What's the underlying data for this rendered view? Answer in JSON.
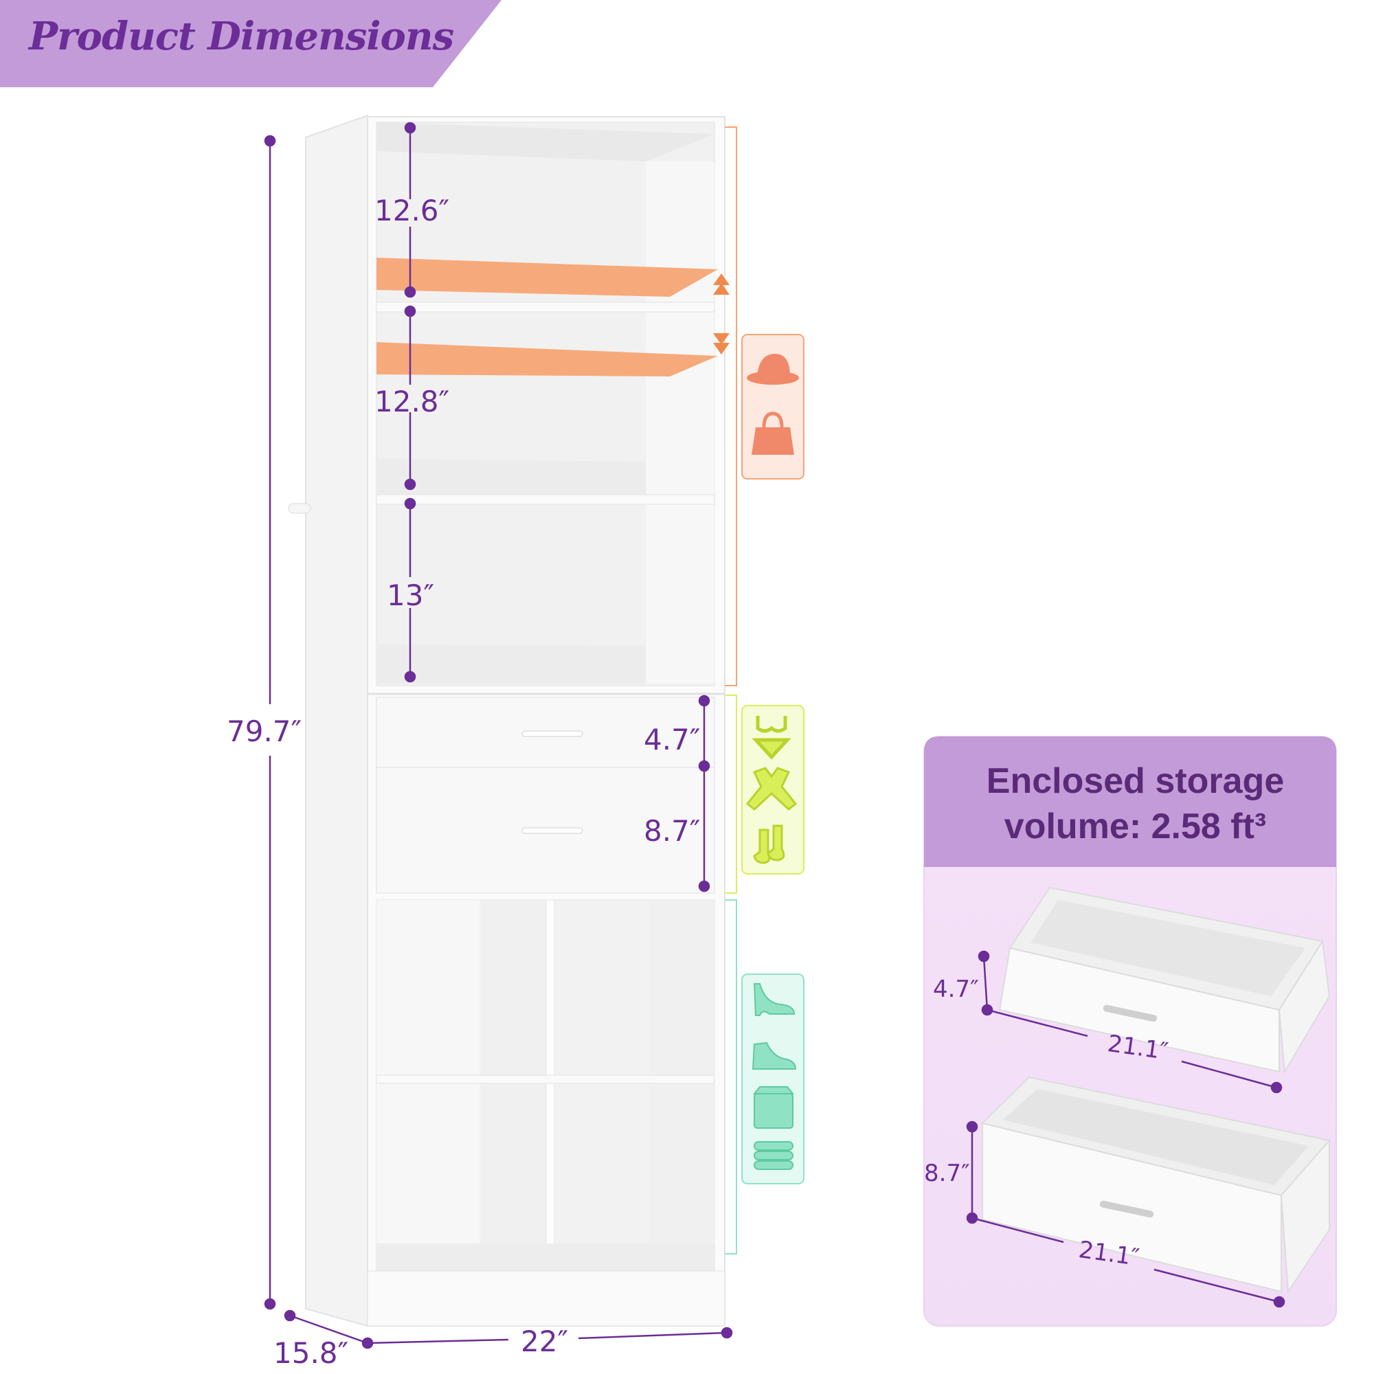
{
  "banner": {
    "title": "Product Dimensions"
  },
  "dimensions": {
    "shelf_top": "12.6″",
    "shelf_middle": "12.8″",
    "shelf_lower": "13″",
    "drawer_top_height": "4.7″",
    "drawer_bottom_height": "8.7″",
    "total_height": "79.7″",
    "depth": "15.8″",
    "width": "22″"
  },
  "storage_panel": {
    "title": "Enclosed storage volume: 2.58 ft³",
    "drawer_small": {
      "height": "4.7″",
      "length": "21.1″"
    },
    "drawer_large": {
      "height": "8.7″",
      "length": "21.1″"
    }
  },
  "colors": {
    "accent": "#6b2d97",
    "banner": "#c39bd8",
    "orange": "#f5a574",
    "yellow_green": "#d9ef5a",
    "mint": "#8fe3c4"
  },
  "icons": [
    "hat-icon",
    "handbag-icon",
    "underwear-icon",
    "sweater-icon",
    "socks-icon",
    "high-heel-icon",
    "shoe-icon",
    "basket-icon",
    "folded-clothes-icon"
  ]
}
